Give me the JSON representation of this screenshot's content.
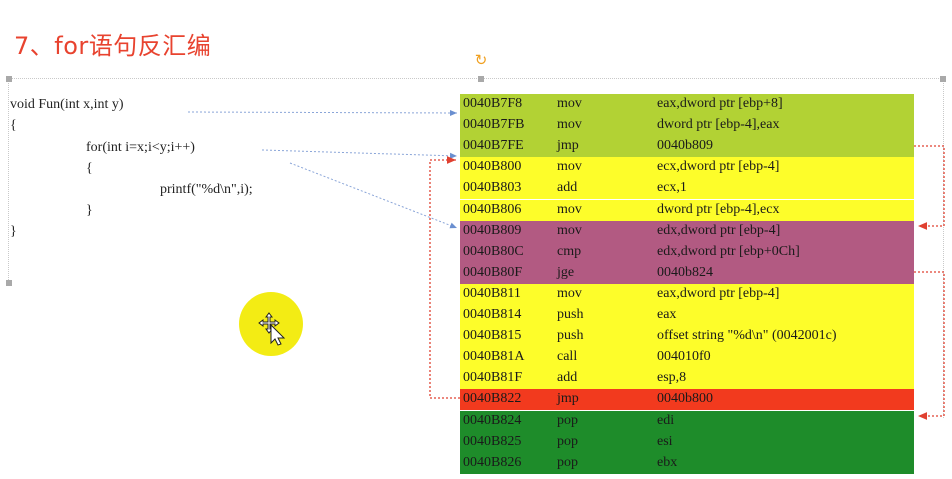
{
  "slide": {
    "title": "7、for语句反汇编"
  },
  "source_code": {
    "lines": [
      "void Fun(int x,int y)",
      "{",
      "for(int i=x;i<y;i++)",
      "{",
      "printf(\"%d\\n\",i);",
      "}",
      "}"
    ]
  },
  "colors": {
    "title": "#e8432f",
    "lime": "#b2d234",
    "yellow": "#fdfd2a",
    "purple": "#b25a82",
    "red": "#f23a1e",
    "green": "#1e8c2a",
    "arrow_red": "#e04030",
    "arrow_blue": "#6a8fd0"
  },
  "icons": {
    "rotate": "rotate-handle-icon",
    "cursor": "move-cursor-icon"
  },
  "assembly": [
    {
      "addr": "0040B7F8",
      "op": "mov",
      "args": "eax,dword ptr [ebp+8]",
      "group": "lime"
    },
    {
      "addr": "0040B7FB",
      "op": "mov",
      "args": "dword ptr [ebp-4],eax",
      "group": "lime"
    },
    {
      "addr": "0040B7FE",
      "op": "jmp",
      "args": "0040b809",
      "group": "lime"
    },
    {
      "addr": "0040B800",
      "op": "mov",
      "args": "ecx,dword ptr [ebp-4]",
      "group": "yellow"
    },
    {
      "addr": "0040B803",
      "op": "add",
      "args": "ecx,1",
      "group": "yellow"
    },
    {
      "addr": "0040B806",
      "op": "mov",
      "args": "dword ptr [ebp-4],ecx",
      "group": "yellow"
    },
    {
      "addr": "0040B809",
      "op": "mov",
      "args": "edx,dword ptr [ebp-4]",
      "group": "purple"
    },
    {
      "addr": "0040B80C",
      "op": "cmp",
      "args": "edx,dword ptr [ebp+0Ch]",
      "group": "purple"
    },
    {
      "addr": "0040B80F",
      "op": "jge",
      "args": "0040b824",
      "group": "purple"
    },
    {
      "addr": "0040B811",
      "op": "mov",
      "args": "eax,dword ptr [ebp-4]",
      "group": "yellow"
    },
    {
      "addr": "0040B814",
      "op": "push",
      "args": "eax",
      "group": "yellow"
    },
    {
      "addr": "0040B815",
      "op": "push",
      "args": "offset string \"%d\\n\" (0042001c)",
      "group": "yellow"
    },
    {
      "addr": "0040B81A",
      "op": "call",
      "args": "004010f0",
      "group": "yellow"
    },
    {
      "addr": "0040B81F",
      "op": "add",
      "args": "esp,8",
      "group": "yellow"
    },
    {
      "addr": "0040B822",
      "op": "jmp",
      "args": "0040b800",
      "group": "red"
    },
    {
      "addr": "0040B824",
      "op": "pop",
      "args": "edi",
      "group": "green"
    },
    {
      "addr": "0040B825",
      "op": "pop",
      "args": "esi",
      "group": "green"
    },
    {
      "addr": "0040B826",
      "op": "pop",
      "args": "ebx",
      "group": "green"
    }
  ]
}
